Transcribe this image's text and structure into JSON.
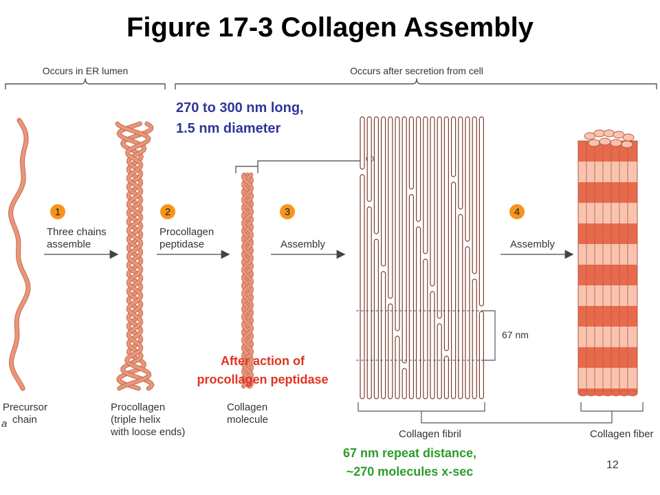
{
  "title": "Figure 17-3 Collagen Assembly",
  "brackets": {
    "er": "Occurs in ER lumen",
    "secretion": "Occurs after secretion from cell"
  },
  "steps": [
    {
      "num": "1",
      "text": [
        "Three chains",
        "assemble"
      ]
    },
    {
      "num": "2",
      "text": [
        "Procollagen",
        "peptidase"
      ]
    },
    {
      "num": "3",
      "text": [
        "Assembly"
      ]
    },
    {
      "num": "4",
      "text": [
        "Assembly"
      ]
    }
  ],
  "bottom_labels": {
    "precursor": [
      "Precursor",
      "chain"
    ],
    "alpha_symbol": "a",
    "procollagen": [
      "Procollagen",
      "(triple helix",
      "with loose ends)"
    ],
    "molecule": [
      "Collagen",
      "molecule"
    ],
    "fibril": "Collagen fibril",
    "fiber": "Collagen fiber"
  },
  "repeat_label": "67 nm",
  "annotations": {
    "length": [
      "270 to 300 nm long,",
      "1.5 nm diameter"
    ],
    "peptidase": [
      "After action of",
      "procollagen peptidase"
    ],
    "repeat": [
      "67 nm repeat distance,",
      "~270 molecules x-sec"
    ]
  },
  "page_number": "12",
  "colors": {
    "chain": "#e9967a",
    "chain_dark": "#c56a4e",
    "fiber_band_dark": "#e86a4c",
    "fiber_band_light": "#f8c4b0",
    "step_circle": "#f7941d",
    "annotation_blue": "#2f3699",
    "annotation_red": "#e2331f",
    "annotation_green": "#2a9e2a"
  }
}
